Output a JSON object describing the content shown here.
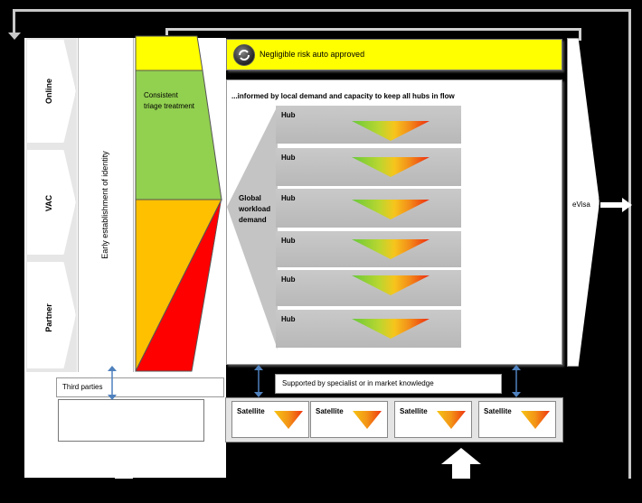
{
  "channels": [
    "Online",
    "VAC",
    "Partner"
  ],
  "identity_label": "Early establishment of identity",
  "triage_label": "Consistent triage treatment",
  "negligible_risk": "Negligible risk auto approved",
  "informed_title": "...informed by local demand and capacity to keep all hubs in flow",
  "global_demand": "Global workload demand",
  "hubs": [
    "Hub",
    "Hub",
    "Hub",
    "Hub",
    "Hub",
    "Hub"
  ],
  "evisa": "eVisa",
  "third_parties": "Third parties",
  "supported_label": "Supported by specialist or in market knowledge",
  "satellites": [
    "Satellite",
    "Satellite",
    "Satellite",
    "Satellite"
  ],
  "colors": {
    "yellow": "#ffff00",
    "green": "#92d050",
    "amber": "#ffc000",
    "red": "#ff0000",
    "arrow_blue": "#4f81bd"
  }
}
